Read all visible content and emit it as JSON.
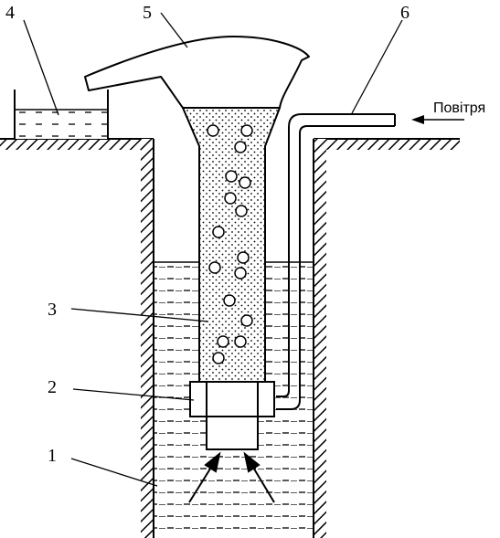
{
  "labels": {
    "n1": "1",
    "n2": "2",
    "n3": "3",
    "n4": "4",
    "n5": "5",
    "n6": "6",
    "air": "Повітря"
  },
  "colors": {
    "ink": "#000000",
    "background": "#ffffff"
  }
}
